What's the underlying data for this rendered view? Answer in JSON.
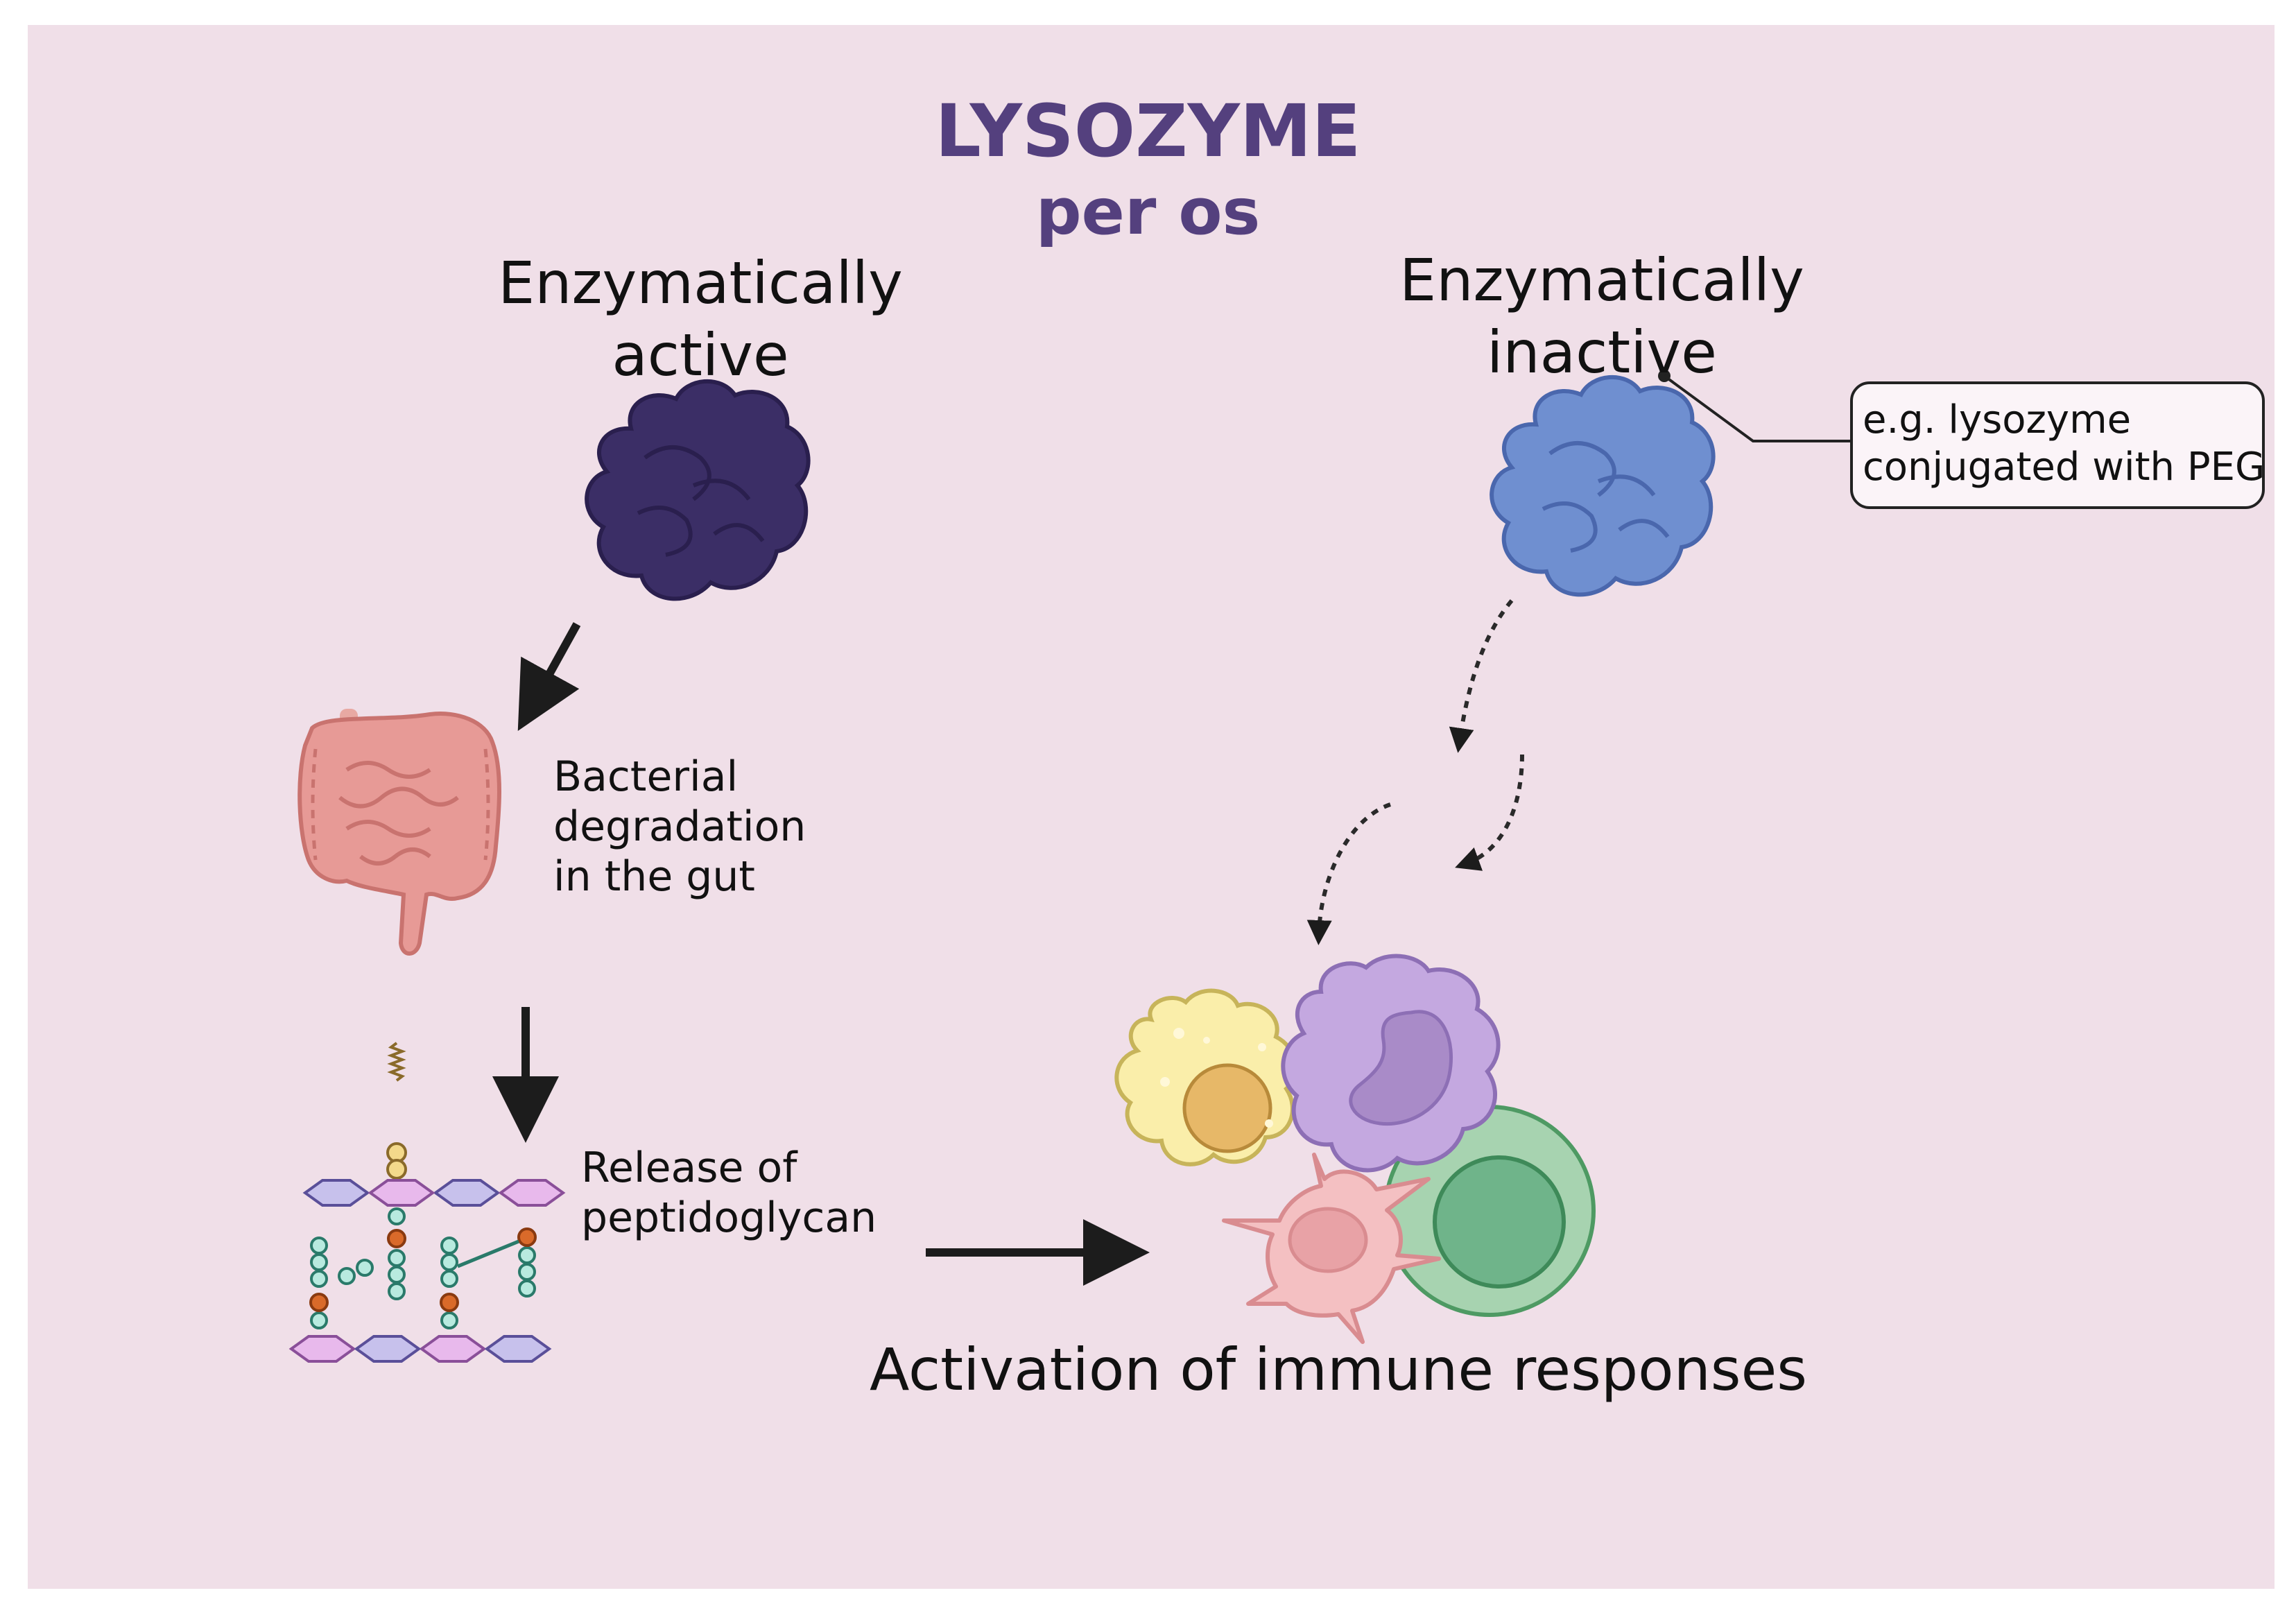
{
  "title": {
    "line1": "LYSOZYME",
    "line2": "per os"
  },
  "left_branch": {
    "heading_line1": "Enzymatically",
    "heading_line2": "active",
    "step1_label_lines": [
      "Bacterial",
      "degradation",
      "in the gut"
    ],
    "step2_label_lines": [
      "Release of",
      "peptidoglycan"
    ]
  },
  "right_branch": {
    "heading_line1": "Enzymatically",
    "heading_line2": "inactive",
    "callout_lines": [
      "e.g. lysozyme",
      "conjugated with PEG"
    ]
  },
  "outcome_label": "Activation of immune responses",
  "icons": {
    "active_protein": "dark-lysozyme-blob-icon",
    "inactive_protein": "pegylated-lysozyme-blob-icon",
    "gut": "intestine-icon",
    "peptidoglycan": "peptidoglycan-structure-icon",
    "immune_cells": "immune-cells-cluster-icon"
  },
  "colors": {
    "background": "#f0dfe8",
    "title": "#54407e",
    "active_protein": "#3b2e66",
    "inactive_protein": "#6f8fd0",
    "gut": "#e79a96",
    "arrow": "#1c1c1c"
  }
}
